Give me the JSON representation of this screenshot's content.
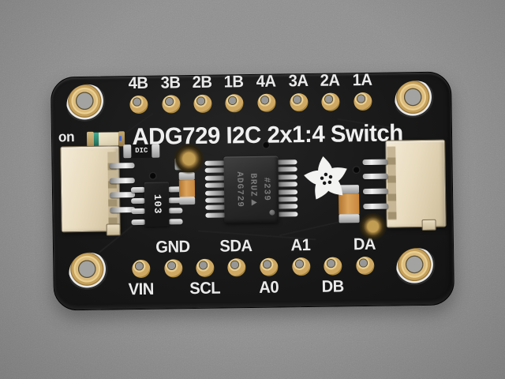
{
  "board": {
    "title": "ADG729 I2C 2x1:4 Switch",
    "power_label": "on",
    "top_pin_labels": [
      "4B",
      "3B",
      "2B",
      "1B",
      "4A",
      "3A",
      "2A",
      "1A"
    ],
    "bottom_pin_labels_above": [
      "GND",
      "SDA",
      "A1",
      "DA"
    ],
    "bottom_pin_labels_below": [
      "VIN",
      "SCL",
      "A0",
      "DB"
    ],
    "chip_marking": {
      "lines": [
        "ADG729",
        "BRUZ",
        "#239"
      ]
    },
    "resistor_network_marking": "103",
    "smd_marking": "DIC",
    "colors": {
      "background_gray": "#8f8f8f",
      "pcb_black": "#171717",
      "silkscreen_white": "#ededed",
      "pad_gold": "#d4ae68",
      "connector_cream": "#e9ddc2",
      "capacitor_orange": "#c8873d",
      "chip_gray": "#2f2f2f",
      "pin_silver": "#cfcfcf"
    }
  }
}
